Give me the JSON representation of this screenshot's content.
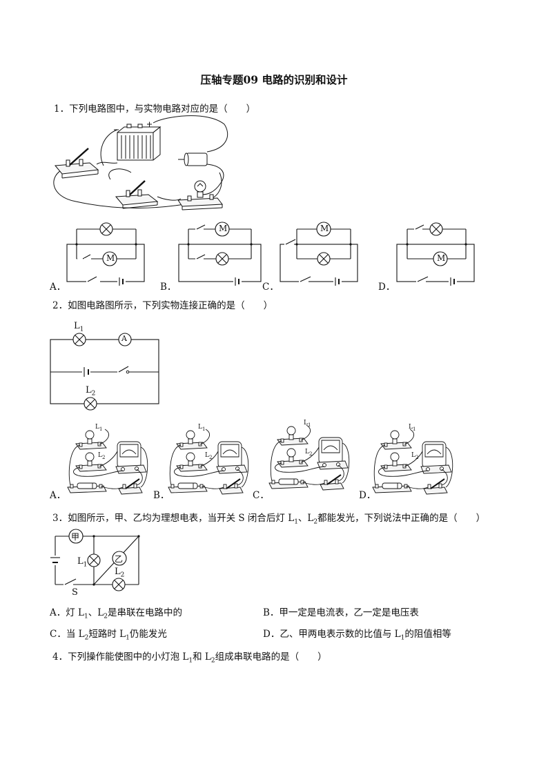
{
  "title": "压轴专题09  电路的识别和设计",
  "q1": {
    "stem": "1．下列电路图中，与实物电路对应的是（　　）",
    "options": [
      "A．",
      "B．",
      "C．",
      "D．"
    ],
    "meter_M": "M"
  },
  "q2": {
    "stem": "2．如图电路图所示，下列实物连接正确的是（　　）",
    "options": [
      "A．",
      "B．",
      "C．",
      "D．"
    ],
    "L1": "L",
    "L1_sub": "1",
    "L2": "L",
    "L2_sub": "2",
    "ammeter": "A"
  },
  "q3": {
    "stem_pre": "3．如图所示，甲、乙均为理想电表，当开关 S 闭合后灯 L",
    "stem_sub1": "1",
    "stem_mid": "、L",
    "stem_sub2": "2",
    "stem_post": "都能发光，下列说法中正确的是（　　）",
    "jia": "甲",
    "yi": "乙",
    "S": "S",
    "options": {
      "A": {
        "pre": "A．灯 L",
        "s1": "1",
        "mid": "、L",
        "s2": "2",
        "post": "是串联在电路中的"
      },
      "B": {
        "text": "B．甲一定是电流表，乙一定是电压表"
      },
      "C": {
        "pre": "C．当 L",
        "s1": "2",
        "mid": "短路时 L",
        "s2": "1",
        "post": "仍能发光"
      },
      "D": {
        "pre": "D．乙、甲两电表示数的比值与 L",
        "s1": "1",
        "post": "的阻值相等"
      }
    }
  },
  "q4": {
    "pre": "4．下列操作能使图中的小灯泡 L",
    "s1": "1",
    "mid": "和 L",
    "s2": "2",
    "post": "组成串联电路的是（　　）"
  }
}
